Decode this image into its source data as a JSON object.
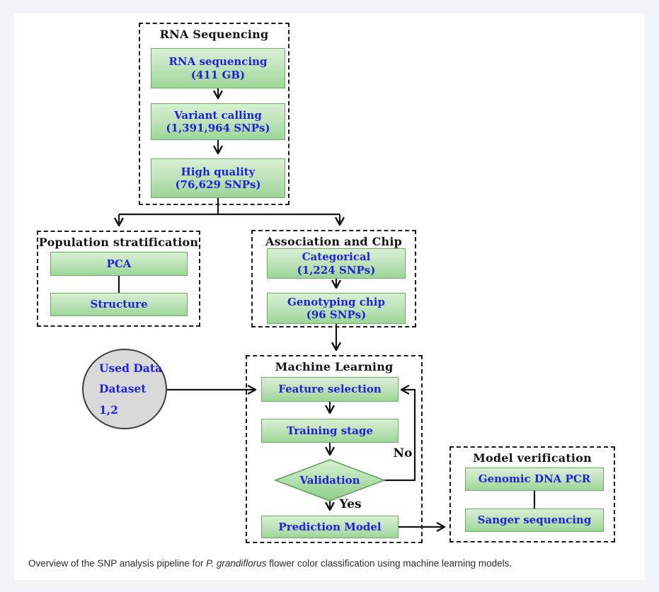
{
  "groups": {
    "rna": {
      "title": "RNA Sequencing"
    },
    "pop": {
      "title": "Population stratification"
    },
    "assoc": {
      "title": "Association and Chip"
    },
    "ml": {
      "title": "Machine Learning"
    },
    "verif": {
      "title": "Model verification"
    }
  },
  "nodes": {
    "rna_seq": {
      "line1": "RNA sequencing",
      "line2": "(411 GB)"
    },
    "variant": {
      "line1": "Variant calling",
      "line2": "(1,391,964 SNPs)"
    },
    "high_quality": {
      "line1": "High quality",
      "line2": "(76,629 SNPs)"
    },
    "pca": {
      "line1": "PCA",
      "line2": ""
    },
    "structure": {
      "line1": "Structure",
      "line2": ""
    },
    "categorical": {
      "line1": "Categorical",
      "line2": "(1,224 SNPs)"
    },
    "genotyping": {
      "line1": "Genotyping chip",
      "line2": "(96 SNPs)"
    },
    "feature": {
      "line1": "Feature selection",
      "line2": ""
    },
    "training": {
      "line1": "Training stage",
      "line2": ""
    },
    "validation": {
      "line1": "Validation"
    },
    "prediction": {
      "line1": "Prediction Model",
      "line2": ""
    },
    "genomic_pcr": {
      "line1": "Genomic DNA PCR",
      "line2": ""
    },
    "sanger": {
      "line1": "Sanger sequencing",
      "line2": ""
    }
  },
  "datasource": {
    "line1": "Used Data",
    "line2": "Dataset 1,2"
  },
  "decision_labels": {
    "no": "No",
    "yes": "Yes"
  },
  "caption": {
    "prefix": "Overview of the SNP analysis pipeline for ",
    "italic": "P. grandiflorus",
    "suffix": " flower color classification using machine learning models."
  },
  "colors": {
    "page_background": "#f1f5f8",
    "card_background": "#ffffff",
    "node_fill_top": "#d8efd4",
    "node_fill_bottom": "#9cd697",
    "node_border": "#6dab63",
    "node_text_blue": "#2121d6",
    "group_border": "#1b1b1b",
    "circle_fill": "#d9d9d9",
    "connector": "#141414"
  }
}
